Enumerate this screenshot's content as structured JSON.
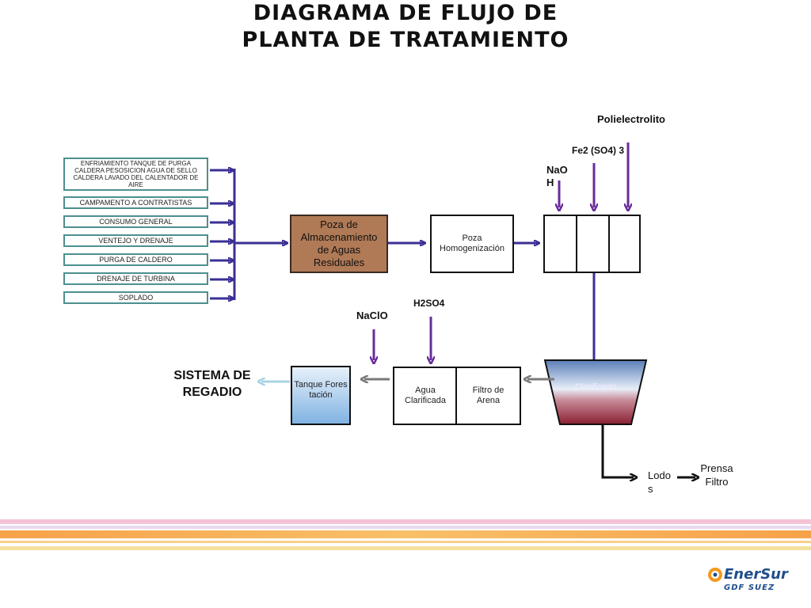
{
  "title": {
    "line1": "DIAGRAMA DE FLUJO DE",
    "line2": "PLANTA DE TRATAMIENTO"
  },
  "sources": [
    "ENFRIAMIENTO TANQUE DE PURGA CALDERA PESOSICION AGUA DE SELLO CALDERA LAVADO DEL CALENTADOR DE AIRE",
    "CAMPAMENTO   A CONTRATISTAS",
    "CONSUMO GENERAL",
    "VENTEJO Y DRENAJE",
    "PURGA DE CALDERO",
    "DRENAJE DE TURBINA",
    "SOPLADO"
  ],
  "nodes": {
    "poza_almacenamiento": "Poza de Almacenamiento de Aguas Residuales",
    "poza_homogenizacion": "Poza Homogenización",
    "clarificado": "Clarificado",
    "agua_clarificada": "Agua Clarificada",
    "filtro_arena": "Filtro  de Arena",
    "tanque_forestacion": "Tanque Forestación",
    "sistema_regadio": "SISTEMA DE REGADIO",
    "lodos": "Lodos",
    "prensa_filtro": "Prensa Filtro"
  },
  "reagents": {
    "naoh": "NaOH",
    "fe2so4": "Fe2 (SO4) 3",
    "polielectrolito": "Polielectrolito",
    "h2so4": "H2SO4",
    "naclo": "NaClO"
  },
  "brand": {
    "name": "EnerSur",
    "sub": "GDF SUEZ"
  },
  "colors": {
    "reagent_arrow": "#6a2c9a",
    "main_arrow": "#3a2f94",
    "return_arrow": "#7a7a7a",
    "poza_fill": "#b07a56",
    "source_border": "#4e8f8f"
  }
}
